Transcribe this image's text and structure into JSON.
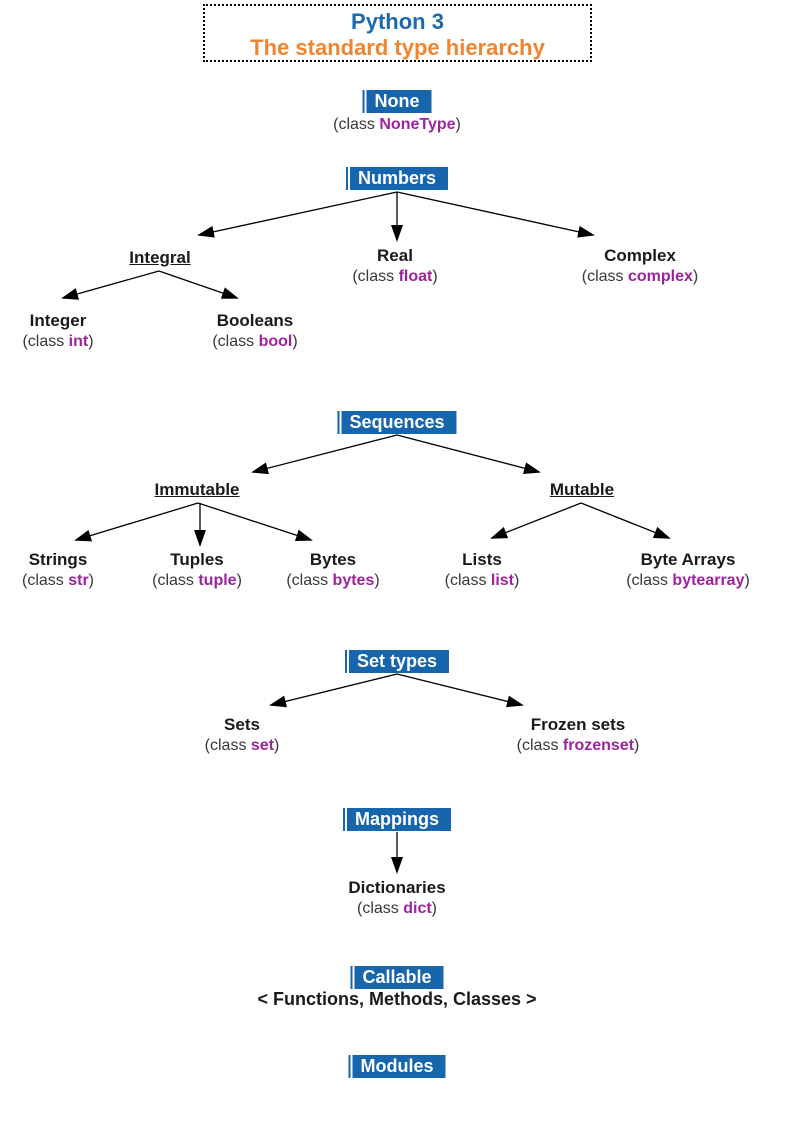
{
  "title": {
    "line1": "Python 3",
    "line2": "The standard type hierarchy"
  },
  "class_wrap": {
    "prefix": "(class ",
    "suffix": ")"
  },
  "sections": {
    "none": {
      "label": "None",
      "class_name": "NoneType"
    },
    "numbers": {
      "label": "Numbers",
      "integral": {
        "label": "Integral"
      },
      "real": {
        "label": "Real",
        "class_name": "float"
      },
      "complex": {
        "label": "Complex",
        "class_name": "complex"
      },
      "integer": {
        "label": "Integer",
        "class_name": "int"
      },
      "booleans": {
        "label": "Booleans",
        "class_name": "bool"
      }
    },
    "sequences": {
      "label": "Sequences",
      "immutable": {
        "label": "Immutable"
      },
      "mutable": {
        "label": "Mutable"
      },
      "strings": {
        "label": "Strings",
        "class_name": "str"
      },
      "tuples": {
        "label": "Tuples",
        "class_name": "tuple"
      },
      "bytes": {
        "label": "Bytes",
        "class_name": "bytes"
      },
      "lists": {
        "label": "Lists",
        "class_name": "list"
      },
      "byte_arrays": {
        "label": "Byte Arrays",
        "class_name": "bytearray"
      }
    },
    "set_types": {
      "label": "Set types",
      "sets": {
        "label": "Sets",
        "class_name": "set"
      },
      "frozen_sets": {
        "label": "Frozen sets",
        "class_name": "frozenset"
      }
    },
    "mappings": {
      "label": "Mappings",
      "dictionaries": {
        "label": "Dictionaries",
        "class_name": "dict"
      }
    },
    "callable": {
      "label": "Callable",
      "subtitle": "< Functions, Methods, Classes >"
    },
    "modules": {
      "label": "Modules"
    }
  },
  "colors": {
    "header-blue": "#1765AD",
    "title-blue": "#1B6AAE",
    "title-orange": "#EE8533",
    "class-purple": "#9E239E"
  }
}
